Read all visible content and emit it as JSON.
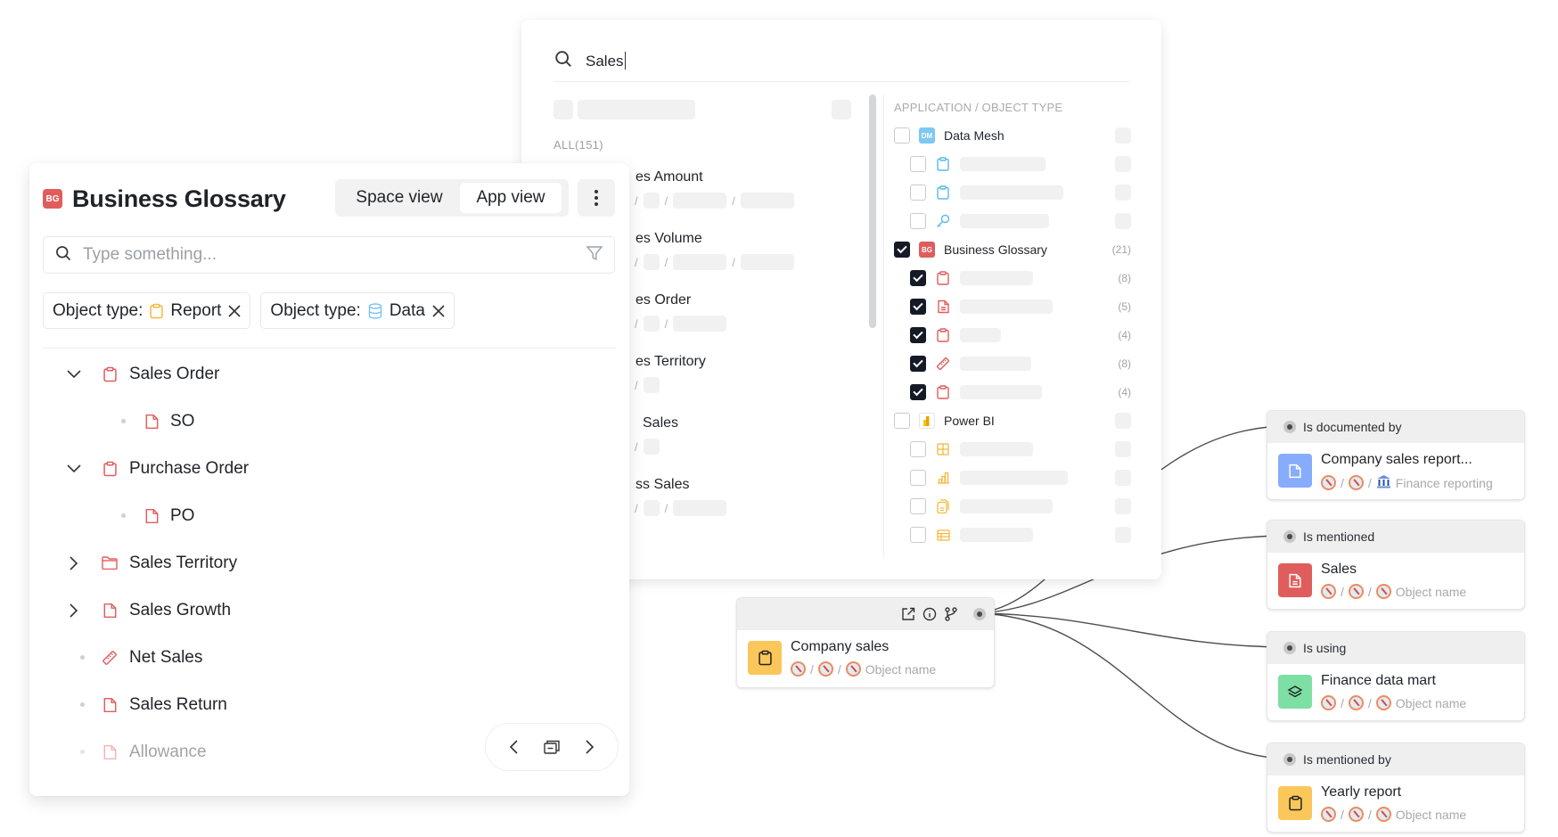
{
  "search_panel": {
    "query": "Sales",
    "all_label": "ALL(151)",
    "results": [
      {
        "title": "Sales Amount",
        "visible_title": "es Amount",
        "path_segments": 4
      },
      {
        "title": "Sales Volume",
        "visible_title": "es Volume",
        "path_segments": 4
      },
      {
        "title": "Sales Order",
        "visible_title": "es Order",
        "path_segments": 3
      },
      {
        "title": "Sales Territory",
        "visible_title": "es Territory",
        "path_segments": 2
      },
      {
        "title": "Net Sales",
        "visible_title": "Sales",
        "path_segments": 2
      },
      {
        "title": "Gross Sales",
        "visible_title": "ss Sales",
        "path_segments": 3
      }
    ],
    "facets_header": "APPLICATION / OBJECT TYPE",
    "facets": [
      {
        "label": "Data Mesh",
        "badge": "DM",
        "badge_color": "#7dc8f5",
        "checked": false,
        "count": "",
        "children": [
          {
            "icon": "clipboard-icon",
            "color": "#5bb8f0",
            "checked": false,
            "count": ""
          },
          {
            "icon": "clipboard-icon",
            "color": "#5bb8f0",
            "checked": false,
            "count": ""
          },
          {
            "icon": "key-icon",
            "color": "#5bb8f0",
            "checked": false,
            "count": ""
          }
        ]
      },
      {
        "label": "Business Glossary",
        "badge": "BG",
        "badge_color": "#e05d5d",
        "checked": true,
        "count": "(21)",
        "children": [
          {
            "icon": "clipboard-icon",
            "color": "#e05d5d",
            "checked": true,
            "count": "(8)"
          },
          {
            "icon": "document-icon",
            "color": "#e05d5d",
            "checked": true,
            "count": "(5)"
          },
          {
            "icon": "clipboard-icon",
            "color": "#e05d5d",
            "checked": true,
            "count": "(4)"
          },
          {
            "icon": "ruler-icon",
            "color": "#e05d5d",
            "checked": true,
            "count": "(8)"
          },
          {
            "icon": "clipboard-icon",
            "color": "#e05d5d",
            "checked": true,
            "count": "(4)"
          }
        ]
      },
      {
        "label": "Power BI",
        "badge": "",
        "badge_color": "#f2c811",
        "checked": false,
        "count": "",
        "children": [
          {
            "icon": "grid-icon",
            "color": "#f5b83d",
            "checked": false,
            "count": ""
          },
          {
            "icon": "bar-chart-icon",
            "color": "#f5b83d",
            "checked": false,
            "count": ""
          },
          {
            "icon": "stacked-doc-icon",
            "color": "#f5b83d",
            "checked": false,
            "count": ""
          },
          {
            "icon": "table-icon",
            "color": "#f5b83d",
            "checked": false,
            "count": ""
          }
        ]
      }
    ]
  },
  "glossary_panel": {
    "badge": "BG",
    "title": "Business Glossary",
    "views": {
      "space": "Space view",
      "app": "App view",
      "active": "app"
    },
    "search_placeholder": "Type something...",
    "chips": [
      {
        "prefix": "Object type:",
        "icon": "clipboard-icon",
        "icon_color": "#f5b83d",
        "value": "Report"
      },
      {
        "prefix": "Object type:",
        "icon": "database-icon",
        "icon_color": "#7dc0f2",
        "value": "Data"
      }
    ],
    "tree": [
      {
        "label": "Sales Order",
        "icon": "clipboard-icon",
        "level": 0,
        "state": "expanded",
        "muted": false
      },
      {
        "label": "SO",
        "icon": "document-icon",
        "level": 1,
        "state": "leaf",
        "muted": false
      },
      {
        "label": "Purchase Order",
        "icon": "clipboard-icon",
        "level": 0,
        "state": "expanded",
        "muted": false
      },
      {
        "label": "PO",
        "icon": "document-icon",
        "level": 1,
        "state": "leaf",
        "muted": false
      },
      {
        "label": "Sales Territory",
        "icon": "folder-icon",
        "level": 0,
        "state": "collapsed",
        "muted": false
      },
      {
        "label": "Sales Growth",
        "icon": "document-icon",
        "level": 0,
        "state": "collapsed",
        "muted": false
      },
      {
        "label": "Net Sales",
        "icon": "ruler-icon",
        "level": 0,
        "state": "leaf",
        "muted": false
      },
      {
        "label": "Sales Return",
        "icon": "document-icon",
        "level": 0,
        "state": "leaf",
        "muted": false
      },
      {
        "label": "Allowance",
        "icon": "document-icon",
        "level": 0,
        "state": "leaf",
        "muted": true
      }
    ]
  },
  "lineage": {
    "center": {
      "title": "Company sales",
      "path_tail": "Object name",
      "tile_color": "#fbc75a"
    },
    "targets": [
      {
        "relation": "Is documented by",
        "title": "Company sales report...",
        "path_tail": "Finance reporting",
        "tail_icon": "bank-icon",
        "tile_color": "#86acfb",
        "tile_icon": "document-icon"
      },
      {
        "relation": "Is mentioned",
        "title": "Sales",
        "path_tail": "Object name",
        "tail_icon": "compass-icon",
        "tile_color": "#e05d5d",
        "tile_icon": "document-lines-icon"
      },
      {
        "relation": "Is using",
        "title": "Finance data mart",
        "path_tail": "Object name",
        "tail_icon": "compass-icon",
        "tile_color": "#7ddfa3",
        "tile_icon": "layers-icon"
      },
      {
        "relation": "Is mentioned by",
        "title": "Yearly report",
        "path_tail": "Object name",
        "tail_icon": "compass-icon",
        "tile_color": "#fbc75a",
        "tile_icon": "clipboard-icon"
      }
    ],
    "separator": "/"
  }
}
